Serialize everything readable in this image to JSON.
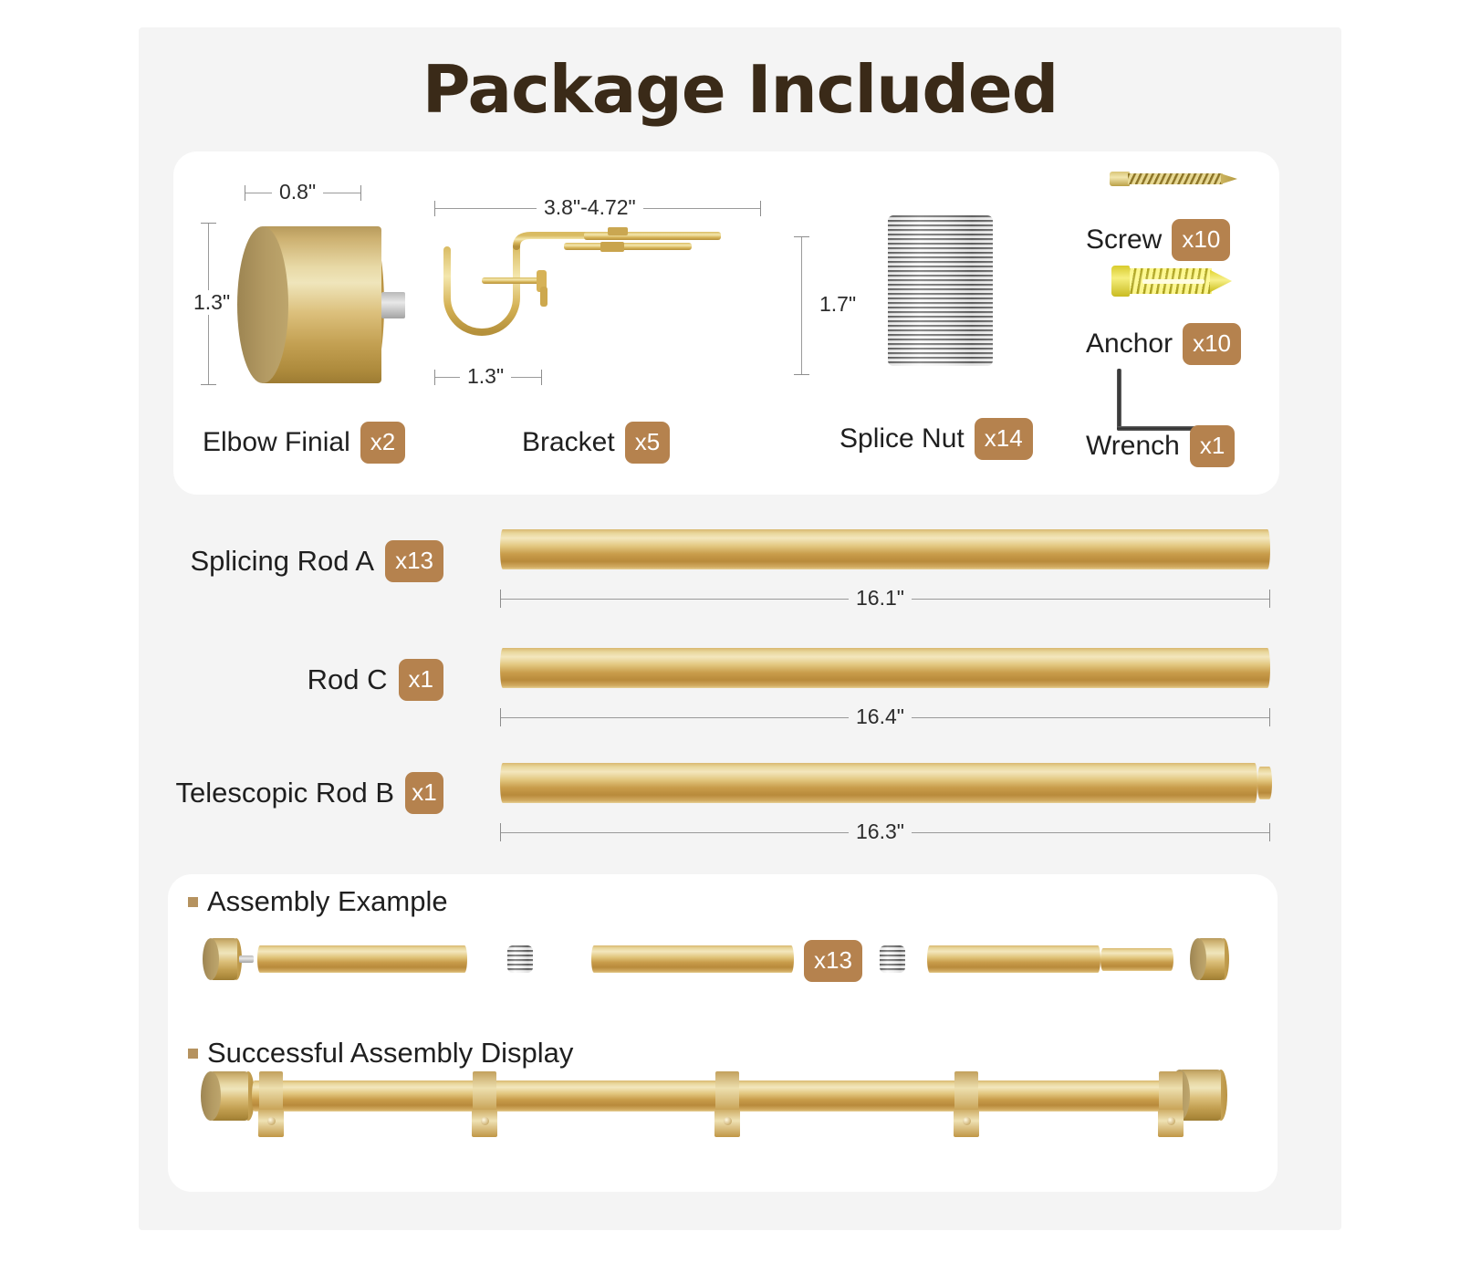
{
  "title": "Package Included",
  "parts_card": {
    "items": [
      {
        "name": "Elbow Finial",
        "qty": "x2",
        "dims": {
          "width": "0.8\"",
          "height": "1.3\""
        },
        "icon": "finial-drum-icon"
      },
      {
        "name": "Bracket",
        "qty": "x5",
        "dims": {
          "length": "3.8\"-4.72\"",
          "hook": "1.3\"",
          "drop": "1.7\""
        },
        "icon": "bracket-icon"
      },
      {
        "name": "Splice Nut",
        "qty": "x14",
        "icon": "splice-nut-icon"
      },
      {
        "name": "Screw",
        "qty": "x10",
        "icon": "screw-icon"
      },
      {
        "name": "Anchor",
        "qty": "x10",
        "icon": "anchor-icon"
      },
      {
        "name": "Wrench",
        "qty": "x1",
        "icon": "hex-wrench-icon"
      }
    ]
  },
  "rod_rows": [
    {
      "name": "Splicing Rod A",
      "qty": "x13",
      "length": "16.1\""
    },
    {
      "name": "Rod C",
      "qty": "x1",
      "length": "16.4\""
    },
    {
      "name": "Telescopic Rod B",
      "qty": "x1",
      "length": "16.3\""
    }
  ],
  "assembly_card": {
    "example_title": "Assembly Example",
    "example_badge": "x13",
    "display_title": "Successful Assembly Display"
  },
  "colors": {
    "badge_bg": "#b5824e",
    "badge_text": "#ffffff",
    "title_text": "#3a2a18",
    "panel_bg": "#f4f4f4",
    "card_bg": "#ffffff",
    "gold": "#d9b870",
    "silver": "#bdbdbd",
    "anchor_yellow": "#e3d533"
  }
}
